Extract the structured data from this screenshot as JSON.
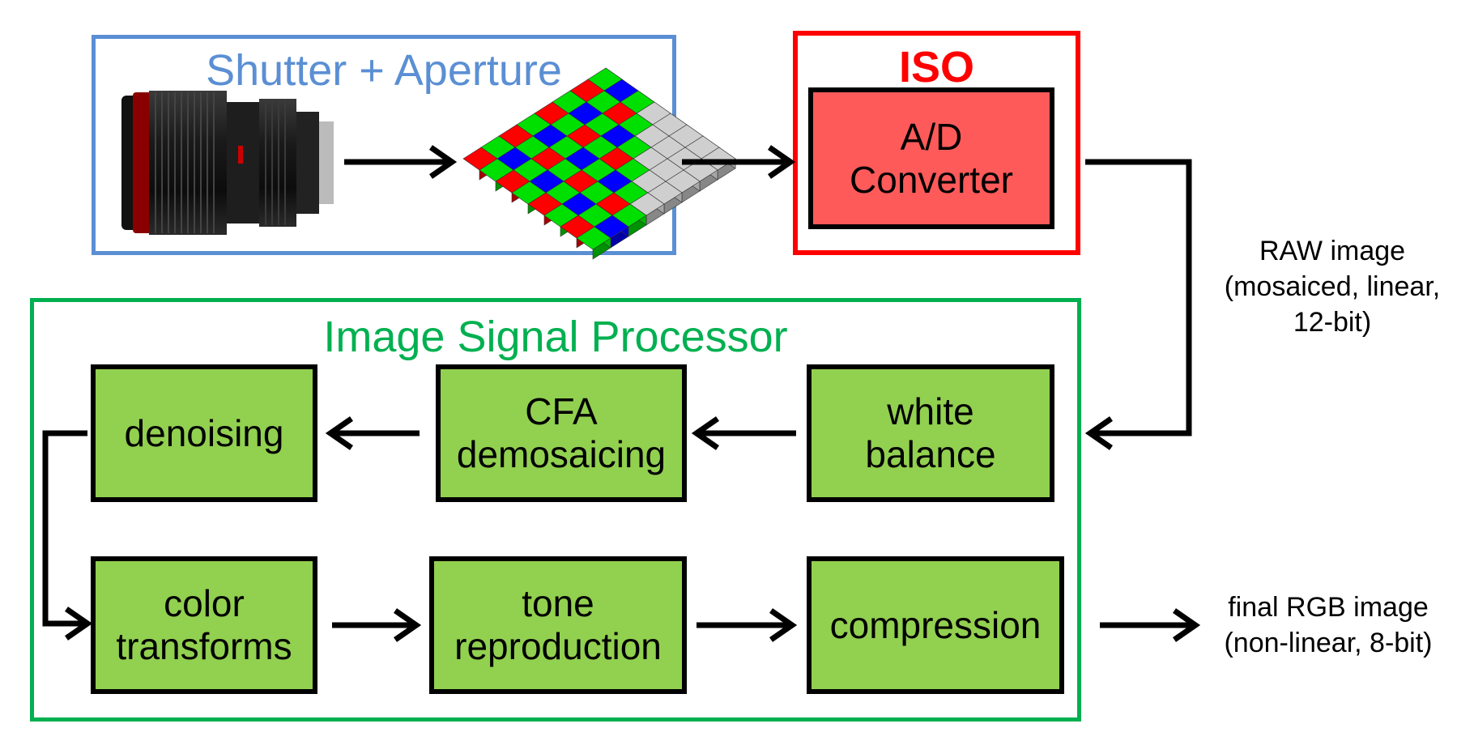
{
  "capture": {
    "title": "Shutter + Aperture",
    "lens_icon": "camera-lens-icon",
    "sensor_icon": "bayer-sensor-icon"
  },
  "iso": {
    "title": "ISO",
    "converter": "A/D\nConverter"
  },
  "raw_label": "RAW image\n(mosaiced, linear,\n12-bit)",
  "isp": {
    "title": "Image Signal Processor",
    "white_balance": "white\nbalance",
    "cfa": "CFA\ndemosaicing",
    "denoising": "denoising",
    "color_transforms": "color\ntransforms",
    "tone_reproduction": "tone\nreproduction",
    "compression": "compression"
  },
  "final_label": "final RGB image\n(non-linear, 8-bit)",
  "colors": {
    "capture_frame": "#5b8fd4",
    "iso_frame": "#ff0000",
    "converter_fill": "#ff5a5a",
    "isp_frame": "#00b050",
    "stage_fill": "#92d050",
    "bayer_red": "#ff0000",
    "bayer_green": "#00e000",
    "bayer_blue": "#0000ff"
  }
}
